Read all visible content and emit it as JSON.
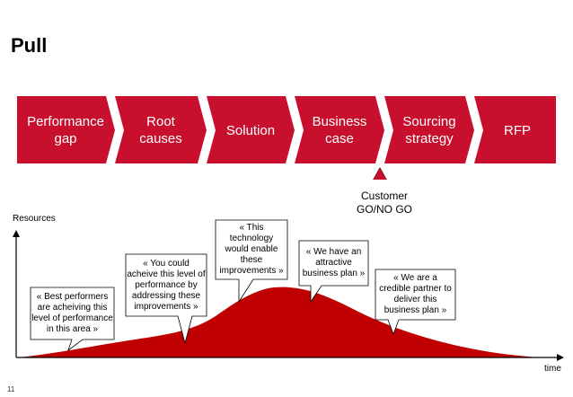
{
  "slide": {
    "title": "Pull",
    "page_number": "11"
  },
  "steps": [
    {
      "label": "Performance\ngap"
    },
    {
      "label": "Root\ncauses"
    },
    {
      "label": "Solution"
    },
    {
      "label": "Business\ncase"
    },
    {
      "label": "Sourcing\nstrategy"
    },
    {
      "label": "RFP"
    }
  ],
  "gate": {
    "label": "Customer\nGO/NO GO",
    "icon": "triangle-icon"
  },
  "axes": {
    "y_label": "Resources",
    "x_label": "time"
  },
  "callouts": [
    {
      "text": "« Best performers\nare acheiving this\nlevel of performance\nin this area »"
    },
    {
      "text": "« You could\nacheive this level of\nperformance by\naddressing these\nimprovements »"
    },
    {
      "text": "« This\ntechnology\nwould enable\nthese\nimprovements »"
    },
    {
      "text": "« We have an\nattractive\nbusiness plan »"
    },
    {
      "text": "« We are a\ncredible partner to\ndeliver this\nbusiness plan »"
    }
  ],
  "colors": {
    "accent": "#C8102E",
    "curve": "#C00000"
  }
}
